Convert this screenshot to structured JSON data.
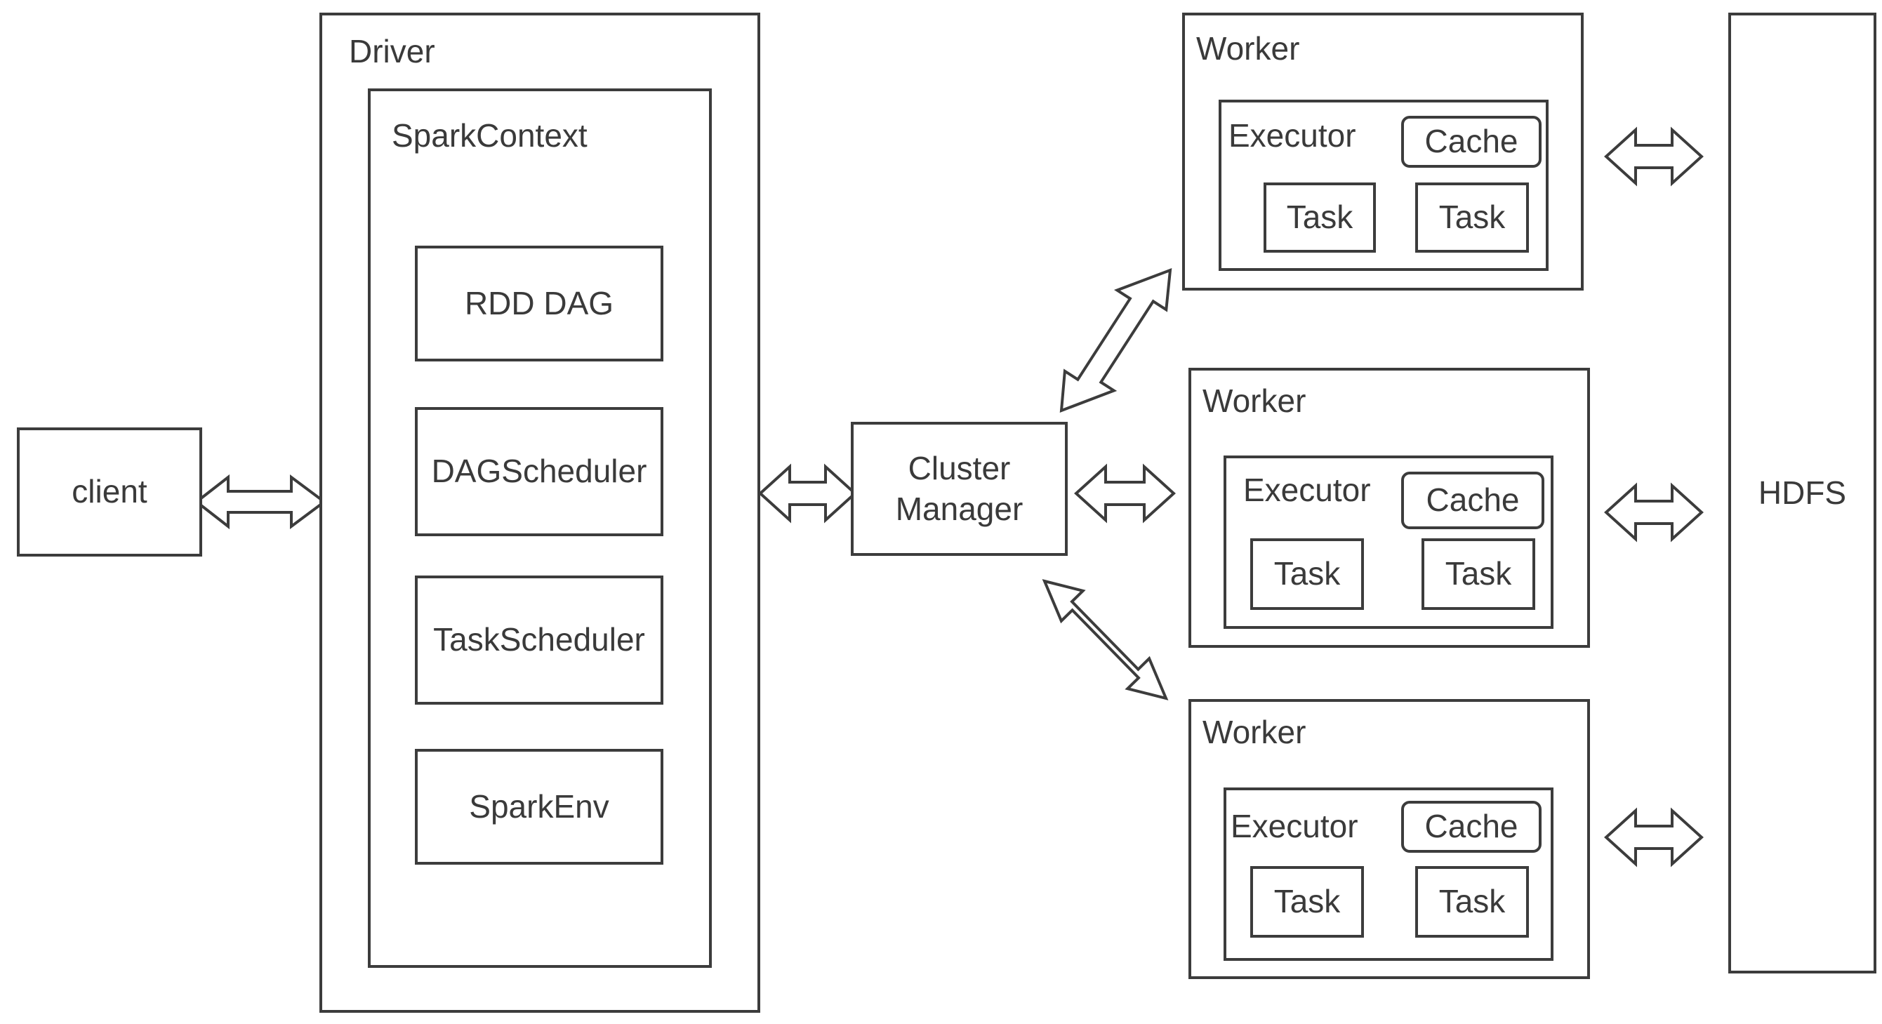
{
  "client": {
    "label": "client"
  },
  "driver": {
    "title": "Driver",
    "spark_context": {
      "title": "SparkContext",
      "components": [
        "RDD DAG",
        "DAGScheduler",
        "TaskScheduler",
        "SparkEnv"
      ]
    }
  },
  "cluster_manager": {
    "label": "Cluster\nManager"
  },
  "workers": [
    {
      "title": "Worker",
      "executor": "Executor",
      "cache": "Cache",
      "tasks": [
        "Task",
        "Task"
      ]
    },
    {
      "title": "Worker",
      "executor": "Executor",
      "cache": "Cache",
      "tasks": [
        "Task",
        "Task"
      ]
    },
    {
      "title": "Worker",
      "executor": "Executor",
      "cache": "Cache",
      "tasks": [
        "Task",
        "Task"
      ]
    }
  ],
  "hdfs": {
    "label": "HDFS"
  }
}
